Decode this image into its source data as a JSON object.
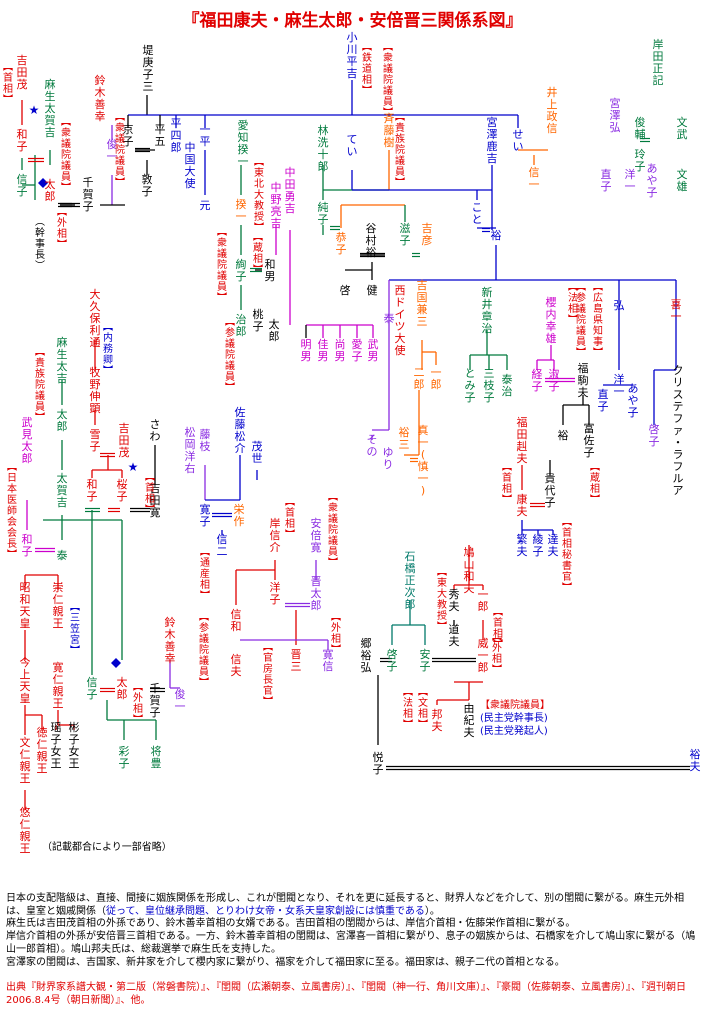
{
  "title": "『福田康夫・麻生太郎・安倍晋三関係系図』",
  "colors": {
    "red": "#e00000",
    "blue": "#0000cc",
    "green": "#007a3d",
    "purple": "#8a2be2",
    "orange": "#ff6600",
    "black": "#000000",
    "magenta": "#cc00cc",
    "teal": "#007a6a"
  },
  "people": [
    {
      "id": "yoshida_shigeru",
      "name": "吉田茂",
      "color": "red"
    },
    {
      "id": "kazuko",
      "name": "和子",
      "color": "red"
    },
    {
      "id": "aso_takakichi",
      "name": "麻生太賀吉",
      "color": "green"
    },
    {
      "id": "nobuko",
      "name": "信子",
      "color": "green"
    },
    {
      "id": "aso_taro",
      "name": "太郎",
      "color": "red"
    },
    {
      "id": "chikako",
      "name": "千賀子",
      "color": "black"
    },
    {
      "id": "suzuki_zenko",
      "name": "鈴木善幸",
      "color": "red"
    },
    {
      "id": "shunichi",
      "name": "俊一",
      "color": "purple"
    },
    {
      "id": "atsuko",
      "name": "敦子",
      "color": "black"
    },
    {
      "id": "tsutsumi_kozo",
      "name": "堤庚子三",
      "color": "black"
    },
    {
      "id": "kyoko",
      "name": "京子",
      "color": "black"
    },
    {
      "id": "hirago",
      "name": "平五",
      "color": "black"
    },
    {
      "id": "hirashiro",
      "name": "平四郎",
      "color": "blue"
    },
    {
      "id": "ichihei",
      "name": "一平",
      "color": "blue"
    },
    {
      "id": "chugoku_taishi",
      "name": "中国大使",
      "color": "blue"
    },
    {
      "id": "gen",
      "name": "元",
      "color": "blue"
    },
    {
      "id": "ogawa_heikichi",
      "name": "小川平吉",
      "color": "blue"
    },
    {
      "id": "tei",
      "name": "てい",
      "color": "blue"
    },
    {
      "id": "sei",
      "name": "せい",
      "color": "blue"
    },
    {
      "id": "inoue_masanobu",
      "name": "井上政信",
      "color": "orange"
    },
    {
      "id": "shinichi",
      "name": "信一",
      "color": "orange"
    },
    {
      "id": "kishida_masaki",
      "name": "岸田正記",
      "color": "green"
    },
    {
      "id": "toshisuke",
      "name": "俊輔",
      "color": "green"
    },
    {
      "id": "bunbu",
      "name": "文武",
      "color": "green"
    },
    {
      "id": "reiko",
      "name": "玲子",
      "color": "green"
    },
    {
      "id": "miyazawa_hiroshi",
      "name": "宮澤弘",
      "color": "purple"
    },
    {
      "id": "naoko",
      "name": "直子",
      "color": "purple"
    },
    {
      "id": "yoichi",
      "name": "洋一",
      "color": "purple"
    },
    {
      "id": "ayako",
      "name": "あや子",
      "color": "purple"
    },
    {
      "id": "bunyu",
      "name": "文雄",
      "color": "green"
    },
    {
      "id": "miyazawa_shikan",
      "name": "宮澤鹿吉",
      "color": "blue"
    },
    {
      "id": "koto",
      "name": "こと",
      "color": "blue"
    },
    {
      "id": "yu",
      "name": "裕",
      "color": "blue"
    },
    {
      "id": "hayashi_senjuro",
      "name": "林洗十郎",
      "color": "green"
    },
    {
      "id": "saito_itsuki",
      "name": "斉藤樹",
      "color": "orange"
    },
    {
      "id": "junko",
      "name": "純子",
      "color": "green"
    },
    {
      "id": "kyoko2",
      "name": "恭子",
      "color": "orange"
    },
    {
      "id": "tanimura_yu",
      "name": "谷村裕",
      "color": "black"
    },
    {
      "id": "shigeko",
      "name": "滋子",
      "color": "green"
    },
    {
      "id": "kichihiko",
      "name": "吉彦",
      "color": "orange"
    },
    {
      "id": "kei",
      "name": "啓",
      "color": "black"
    },
    {
      "id": "ken",
      "name": "健",
      "color": "black"
    },
    {
      "id": "aichi_kiichi",
      "name": "愛知揆一",
      "color": "green"
    },
    {
      "id": "nakada_sadakichi",
      "name": "中田勇吉",
      "color": "magenta"
    },
    {
      "id": "nakano_chosuke",
      "name": "中野亮吉",
      "color": "magenta"
    },
    {
      "id": "kiichi",
      "name": "揆一",
      "color": "orange"
    },
    {
      "id": "junko2",
      "name": "絢子",
      "color": "green"
    },
    {
      "id": "kazuo",
      "name": "和男",
      "color": "black"
    },
    {
      "id": "jiro",
      "name": "治郎",
      "color": "green"
    },
    {
      "id": "momoko",
      "name": "桃子",
      "color": "black"
    },
    {
      "id": "taro2",
      "name": "太郎",
      "color": "black"
    },
    {
      "id": "akio",
      "name": "明男",
      "color": "magenta"
    },
    {
      "id": "yoshio",
      "name": "佳男",
      "color": "magenta"
    },
    {
      "id": "hisao",
      "name": "尚男",
      "color": "magenta"
    },
    {
      "id": "aiko",
      "name": "愛子",
      "color": "magenta"
    },
    {
      "id": "takeo",
      "name": "武男",
      "color": "magenta"
    },
    {
      "id": "yasushi",
      "name": "泰",
      "color": "purple"
    },
    {
      "id": "nishi_doitsu",
      "name": "西ドイツ大使",
      "color": "red"
    },
    {
      "id": "yoshikuni_kanezo",
      "name": "吉国兼三",
      "color": "orange"
    },
    {
      "id": "ichiro",
      "name": "一郎",
      "color": "orange"
    },
    {
      "id": "jiro2",
      "name": "二郎",
      "color": "orange"
    },
    {
      "id": "yuzo",
      "name": "裕三",
      "color": "orange"
    },
    {
      "id": "shinichi2",
      "name": "真一(慎一)",
      "color": "orange"
    },
    {
      "id": "sono",
      "name": "その",
      "color": "purple"
    },
    {
      "id": "yuri",
      "name": "ゆり",
      "color": "purple"
    },
    {
      "id": "arai_shoji",
      "name": "新井章治",
      "color": "green"
    },
    {
      "id": "tomiko",
      "name": "とみ子",
      "color": "green"
    },
    {
      "id": "mieko",
      "name": "三枝子",
      "color": "green"
    },
    {
      "id": "yasuji",
      "name": "泰治",
      "color": "green"
    },
    {
      "id": "sakurauchi",
      "name": "櫻内幸雄",
      "color": "magenta"
    },
    {
      "id": "keiko",
      "name": "経子",
      "color": "magenta"
    },
    {
      "id": "shukuko",
      "name": "淑子",
      "color": "magenta"
    },
    {
      "id": "fukuda_komao",
      "name": "福駒夫",
      "color": "black"
    },
    {
      "id": "yu2",
      "name": "裕",
      "color": "black"
    },
    {
      "id": "tomisako",
      "name": "富佐子",
      "color": "black"
    },
    {
      "id": "kiichi2",
      "name": "喜一",
      "color": "red"
    },
    {
      "id": "hiroshi",
      "name": "弘",
      "color": "blue"
    },
    {
      "id": "yoichi2",
      "name": "洋一",
      "color": "blue"
    },
    {
      "id": "ayako2",
      "name": "あや子",
      "color": "blue"
    },
    {
      "id": "naoko2",
      "name": "直子",
      "color": "blue"
    },
    {
      "id": "christopher",
      "name": "クリステファ・ラフルア",
      "color": "black"
    },
    {
      "id": "keiko2",
      "name": "啓子",
      "color": "purple"
    },
    {
      "id": "fukuda_takeo",
      "name": "福田赳夫",
      "color": "red"
    },
    {
      "id": "yasuo",
      "name": "康夫",
      "color": "red"
    },
    {
      "id": "kiyoko",
      "name": "貴代子",
      "color": "black"
    },
    {
      "id": "shigeo",
      "name": "繁夫",
      "color": "blue"
    },
    {
      "id": "ayako3",
      "name": "綾子",
      "color": "blue"
    },
    {
      "id": "tatsuo",
      "name": "達夫",
      "color": "blue"
    },
    {
      "id": "okubo",
      "name": "大久保利通",
      "color": "red"
    },
    {
      "id": "makino",
      "name": "牧野伸顕",
      "color": "red"
    },
    {
      "id": "yukiko",
      "name": "雪子",
      "color": "red"
    },
    {
      "id": "yoshida_shigeru2",
      "name": "吉田茂",
      "color": "red"
    },
    {
      "id": "aso_takichi",
      "name": "麻生太吉",
      "color": "green"
    },
    {
      "id": "taro3",
      "name": "太郎",
      "color": "green"
    },
    {
      "id": "takakichi2",
      "name": "太賀吉",
      "color": "green"
    },
    {
      "id": "kazuko2",
      "name": "和子",
      "color": "red"
    },
    {
      "id": "sakurako",
      "name": "桜子",
      "color": "red"
    },
    {
      "id": "yoshida_hiroshi",
      "name": "吉田寛",
      "color": "black"
    },
    {
      "id": "sawa",
      "name": "さわ",
      "color": "black"
    },
    {
      "id": "matsuoka",
      "name": "松岡洋右",
      "color": "purple"
    },
    {
      "id": "fujie",
      "name": "藤枝",
      "color": "purple"
    },
    {
      "id": "sato_matsusuke",
      "name": "佐藤松介",
      "color": "blue"
    },
    {
      "id": "moyo",
      "name": "茂世",
      "color": "blue"
    },
    {
      "id": "hiroko",
      "name": "寛子",
      "color": "blue"
    },
    {
      "id": "eisaku",
      "name": "栄作",
      "color": "orange"
    },
    {
      "id": "shinji",
      "name": "信二",
      "color": "blue"
    },
    {
      "id": "kishi",
      "name": "岸信介",
      "color": "red"
    },
    {
      "id": "abe_hiroshi",
      "name": "安倍寛",
      "color": "purple"
    },
    {
      "id": "yoko",
      "name": "洋子",
      "color": "red"
    },
    {
      "id": "shintaro",
      "name": "晋太郎",
      "color": "purple"
    },
    {
      "id": "nobuo",
      "name": "信和",
      "color": "red"
    },
    {
      "id": "shinzo",
      "name": "晋三",
      "color": "red"
    },
    {
      "id": "hironobu",
      "name": "寛信",
      "color": "purple"
    },
    {
      "id": "nobuo2",
      "name": "信夫",
      "color": "red"
    },
    {
      "id": "takemi",
      "name": "武見太郎",
      "color": "magenta"
    },
    {
      "id": "kazuko3",
      "name": "和子",
      "color": "magenta"
    },
    {
      "id": "yasushi2",
      "name": "泰",
      "color": "green"
    },
    {
      "id": "showa",
      "name": "昭和天皇",
      "color": "red"
    },
    {
      "id": "kinjo",
      "name": "今上天皇",
      "color": "red"
    },
    {
      "id": "fumihito",
      "name": "文仁親王",
      "color": "red"
    },
    {
      "id": "hisahito",
      "name": "悠仁親王",
      "color": "red"
    },
    {
      "id": "tokuhito",
      "name": "徳仁親王",
      "color": "red"
    },
    {
      "id": "takahito",
      "name": "崇仁親王",
      "color": "red"
    },
    {
      "id": "tomohito",
      "name": "寛仁親王",
      "color": "red"
    },
    {
      "id": "akiko",
      "name": "瑶子女王",
      "color": "black"
    },
    {
      "id": "yoko_jo",
      "name": "彬子女王",
      "color": "black"
    },
    {
      "id": "nobuko2",
      "name": "信子",
      "color": "green"
    },
    {
      "id": "taro4",
      "name": "太郎",
      "color": "red"
    },
    {
      "id": "suzuki2",
      "name": "鈴木善幸",
      "color": "red"
    },
    {
      "id": "chikako2",
      "name": "千賀子",
      "color": "black"
    },
    {
      "id": "shunichi2",
      "name": "俊一",
      "color": "purple"
    },
    {
      "id": "ayako4",
      "name": "彩子",
      "color": "green"
    },
    {
      "id": "shogo",
      "name": "将豊",
      "color": "green"
    },
    {
      "id": "hatoyama_kazuo",
      "name": "鳩山和夫",
      "color": "red"
    },
    {
      "id": "hideo",
      "name": "秀夫",
      "color": "black"
    },
    {
      "id": "ichiro2",
      "name": "一郎",
      "color": "red"
    },
    {
      "id": "michio",
      "name": "道夫",
      "color": "black"
    },
    {
      "id": "ishibashi",
      "name": "石橋正次郎",
      "color": "teal"
    },
    {
      "id": "keiko3",
      "name": "啓子",
      "color": "green"
    },
    {
      "id": "yasuko",
      "name": "安子",
      "color": "green"
    },
    {
      "id": "iichiro",
      "name": "威一郎",
      "color": "red"
    },
    {
      "id": "goma",
      "name": "郷裕弘",
      "color": "black"
    },
    {
      "id": "kunio",
      "name": "邦夫",
      "color": "red"
    },
    {
      "id": "yukio",
      "name": "由紀夫",
      "color": "black"
    },
    {
      "id": "ethuko",
      "name": "悦子",
      "color": "black"
    },
    {
      "id": "hiroo",
      "name": "裕夫",
      "color": "blue"
    }
  ],
  "positions": [
    {
      "label": "【首相】",
      "color": "red"
    },
    {
      "label": "【衆議院議員】",
      "color": "red"
    },
    {
      "label": "【外相】",
      "color": "red"
    },
    {
      "label": "（幹事長）",
      "color": "black"
    },
    {
      "label": "【衆議院議員】",
      "color": "red"
    },
    {
      "label": "【鉄道相】",
      "color": "red"
    },
    {
      "label": "【貴族院議員】",
      "color": "red"
    },
    {
      "label": "【衆議院議員】",
      "color": "red"
    },
    {
      "label": "【東北大教授】",
      "color": "red"
    },
    {
      "label": "【蔵相】",
      "color": "red"
    },
    {
      "label": "【参議院議員】",
      "color": "red"
    },
    {
      "label": "【衆議院議員】",
      "color": "red"
    },
    {
      "label": "【内務卿】",
      "color": "blue"
    },
    {
      "label": "【貴族院議員】",
      "color": "red"
    },
    {
      "label": "【日本医師会会長】",
      "color": "red"
    },
    {
      "label": "【三笠宮】",
      "color": "blue"
    },
    {
      "label": "【外相】",
      "color": "red"
    },
    {
      "label": "【通産相】",
      "color": "red"
    },
    {
      "label": "【首相】",
      "color": "red"
    },
    {
      "label": "【首相】",
      "color": "red"
    },
    {
      "label": "【外相】",
      "color": "red"
    },
    {
      "label": "【官房長官】",
      "color": "red"
    },
    {
      "label": "【参議院議員】",
      "color": "red"
    },
    {
      "label": "【衆議院議員】",
      "color": "red"
    },
    {
      "label": "【広島県知事】",
      "color": "red"
    },
    {
      "label": "【参議院議員】",
      "color": "red"
    },
    {
      "label": "【法相】",
      "color": "red"
    },
    {
      "label": "【蔵相】",
      "color": "red"
    },
    {
      "label": "【首相】",
      "color": "red"
    },
    {
      "label": "【首相秘書官】",
      "color": "red"
    },
    {
      "label": "【東大教授】",
      "color": "red"
    },
    {
      "label": "【首相】",
      "color": "red"
    },
    {
      "label": "【外相】",
      "color": "red"
    },
    {
      "label": "【法相】",
      "color": "red"
    },
    {
      "label": "【文相】",
      "color": "red"
    }
  ],
  "yukio_roles": [
    "【衆議院議員】",
    "(民主党幹事長)",
    "(民主党発起人)"
  ],
  "omit_note": "（記載都合により一部省略）",
  "notes": [
    "日本の支配階級は、直接、間接に姻族関係を形成し、これが閨閥となり、それを更に延長すると、財界人などを介して、別の閨閥に繋がる。麻生元外相は、皇室と姻戚関係（",
    "従って、皇位継承問題、とりわけ女帝・女系天皇家創設には慎重である",
    "）。",
    "麻生氏は吉田茂首相の外孫であり、鈴木善幸首相の女婿である。吉田首相の閨閥からは、岸信介首相・佐藤栄作首相に繋がる。",
    "岸信介首相の外孫が安倍晋三首相である。一方、鈴木善幸首相の閨閥は、宮澤喜一首相に繋がり、息子の姻族からは、石橋家を介して鳩山家に繋がる（鳩山一郎首相）。鳩山邦夫氏は、総裁選挙で麻生氏を支持した。",
    "宮澤家の閨閥は、吉国家、新井家を介して櫻内家に繋がり、福家を介して福田家に至る。福田家は、親子二代の首相となる。"
  ],
  "source": "出典『財界家系譜大観・第二版（常磐書院）』、『閨閥（広瀬朝泰、立風書房）』、『閨閥（神一行、角川文庫）』、『豪閥（佐藤朝泰、立風書房）』、『週刊朝日　2006.8.4号（朝日新聞）』、他。"
}
